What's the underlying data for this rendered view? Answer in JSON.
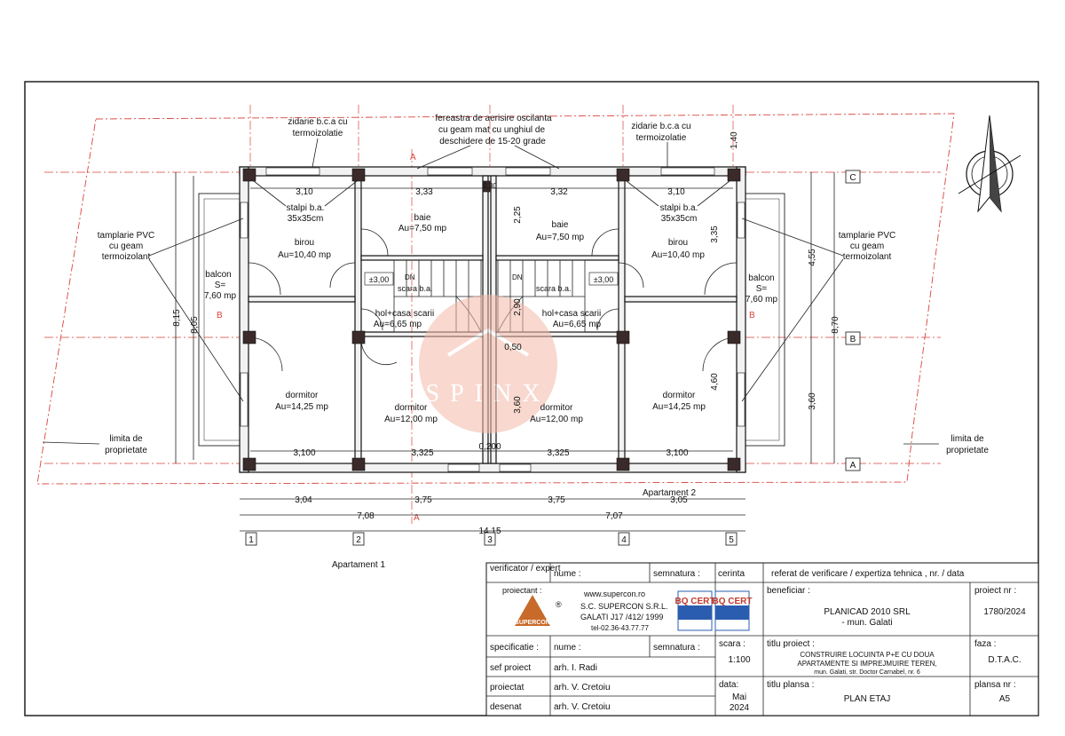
{
  "annotations": {
    "wall_note": "zidarie b.c.a cu termoizolatie",
    "vent_window": "fereastra de aerisire oscilanta cu geam mat cu unghiul de deschidere de 15-20 grade",
    "window_note": "tamplarie PVC cu geam termoizolant",
    "columns": "stalpi b.a. 35x35cm",
    "stair": "scara b.a.",
    "dn": "DN",
    "level": "±3,00",
    "property_limit": "limita de proprietate",
    "section_a": "A",
    "section_b": "B",
    "apt1": "Apartament 1",
    "apt2": "Apartament 2",
    "watermark": "SPINX"
  },
  "rooms": {
    "birou_l": {
      "name": "birou",
      "area": "Au=10,40 mp"
    },
    "baie_l": {
      "name": "baie",
      "area": "Au=7,50 mp"
    },
    "baie_r": {
      "name": "baie",
      "area": "Au=7,50 mp"
    },
    "birou_r": {
      "name": "birou",
      "area": "Au=10,40 mp"
    },
    "hol_l": {
      "name": "hol+casa scarii",
      "area": "Au=6,65 mp"
    },
    "hol_r": {
      "name": "hol+casa scarii",
      "area": "Au=6,65 mp"
    },
    "dorm_l": {
      "name": "dormitor",
      "area": "Au=14,25 mp"
    },
    "dorm_cl": {
      "name": "dormitor",
      "area": "Au=12,00 mp"
    },
    "dorm_cr": {
      "name": "dormitor",
      "area": "Au=12,00 mp"
    },
    "dorm_r": {
      "name": "dormitor",
      "area": "Au=14,25 mp"
    },
    "balcon": {
      "name": "balcon",
      "s": "S=",
      "area": "7,60 mp"
    }
  },
  "dims": {
    "top": [
      "3,10",
      "3,33",
      "0,30",
      "3,32",
      "3,10"
    ],
    "bottom_inner": [
      "3,100",
      "3,325",
      "0,200",
      "3,325",
      "3,100"
    ],
    "row1": [
      "3,04",
      "3,75",
      "3,75",
      "3,05"
    ],
    "row2": [
      "7,08",
      "7,07"
    ],
    "total": "14,15",
    "left_v": [
      "8,15",
      "8,05"
    ],
    "right_v": [
      "4,55",
      "8,70",
      "3,60"
    ],
    "inner_v": [
      "2,25",
      "2,90",
      "3,60",
      "0,50",
      "3,35",
      "4,60",
      "1,40"
    ]
  },
  "axes": {
    "numbers": [
      "1",
      "2",
      "3",
      "4",
      "5"
    ],
    "letters": [
      "C",
      "B",
      "A"
    ]
  },
  "title_block": {
    "verificator": "verificator / expert",
    "nume_label": "nume :",
    "semnatura_label": "semnatura :",
    "cerinta": "cerinta",
    "referat": "referat de verificare / expertiza tehnica , nr. / data",
    "proiectant": "proiectant :",
    "website": "www.supercon.ro",
    "company": "S.C.   SUPERCON   S.R.L.",
    "registry": "GALATI   J17 /412/ 1999",
    "phone": "tel-02.36-43.77.77",
    "logo_text": "SUPERCON",
    "cert": "BQ CERT",
    "beneficiar_label": "beneficiar :",
    "beneficiar": "PLANICAD 2010 SRL",
    "beneficiar_city": "- mun. Galati",
    "proiect_nr_label": "proiect nr :",
    "proiect_nr": "1780/2024",
    "specificatie": "specificatie :",
    "scara_label": "scara :",
    "scara": "1:100",
    "titlu_proiect_label": "titlu proiect :",
    "titlu_proiect_1": "CONSTRUIRE LOCUINTA P+E CU DOUA",
    "titlu_proiect_2": "APARTAMENTE SI IMPREJMUIRE TEREN,",
    "titlu_proiect_3": "mun. Galati, str. Doctor Carnabel, nr. 6",
    "faza_label": "faza :",
    "faza": "D.T.A.C.",
    "sef_proiect": "sef proiect",
    "sef_name": "arh. I. Radi",
    "proiectat": "proiectat",
    "proiectat_name": "arh. V. Cretoiu",
    "desenat": "desenat",
    "desenat_name": "arh. V. Cretoiu",
    "data_label": "data:",
    "data_month": "Mai",
    "data_year": "2024",
    "titlu_plansa_label": "titlu plansa :",
    "titlu_plansa": "PLAN ETAJ",
    "plansa_nr_label": "plansa nr :",
    "plansa_nr": "A5"
  }
}
